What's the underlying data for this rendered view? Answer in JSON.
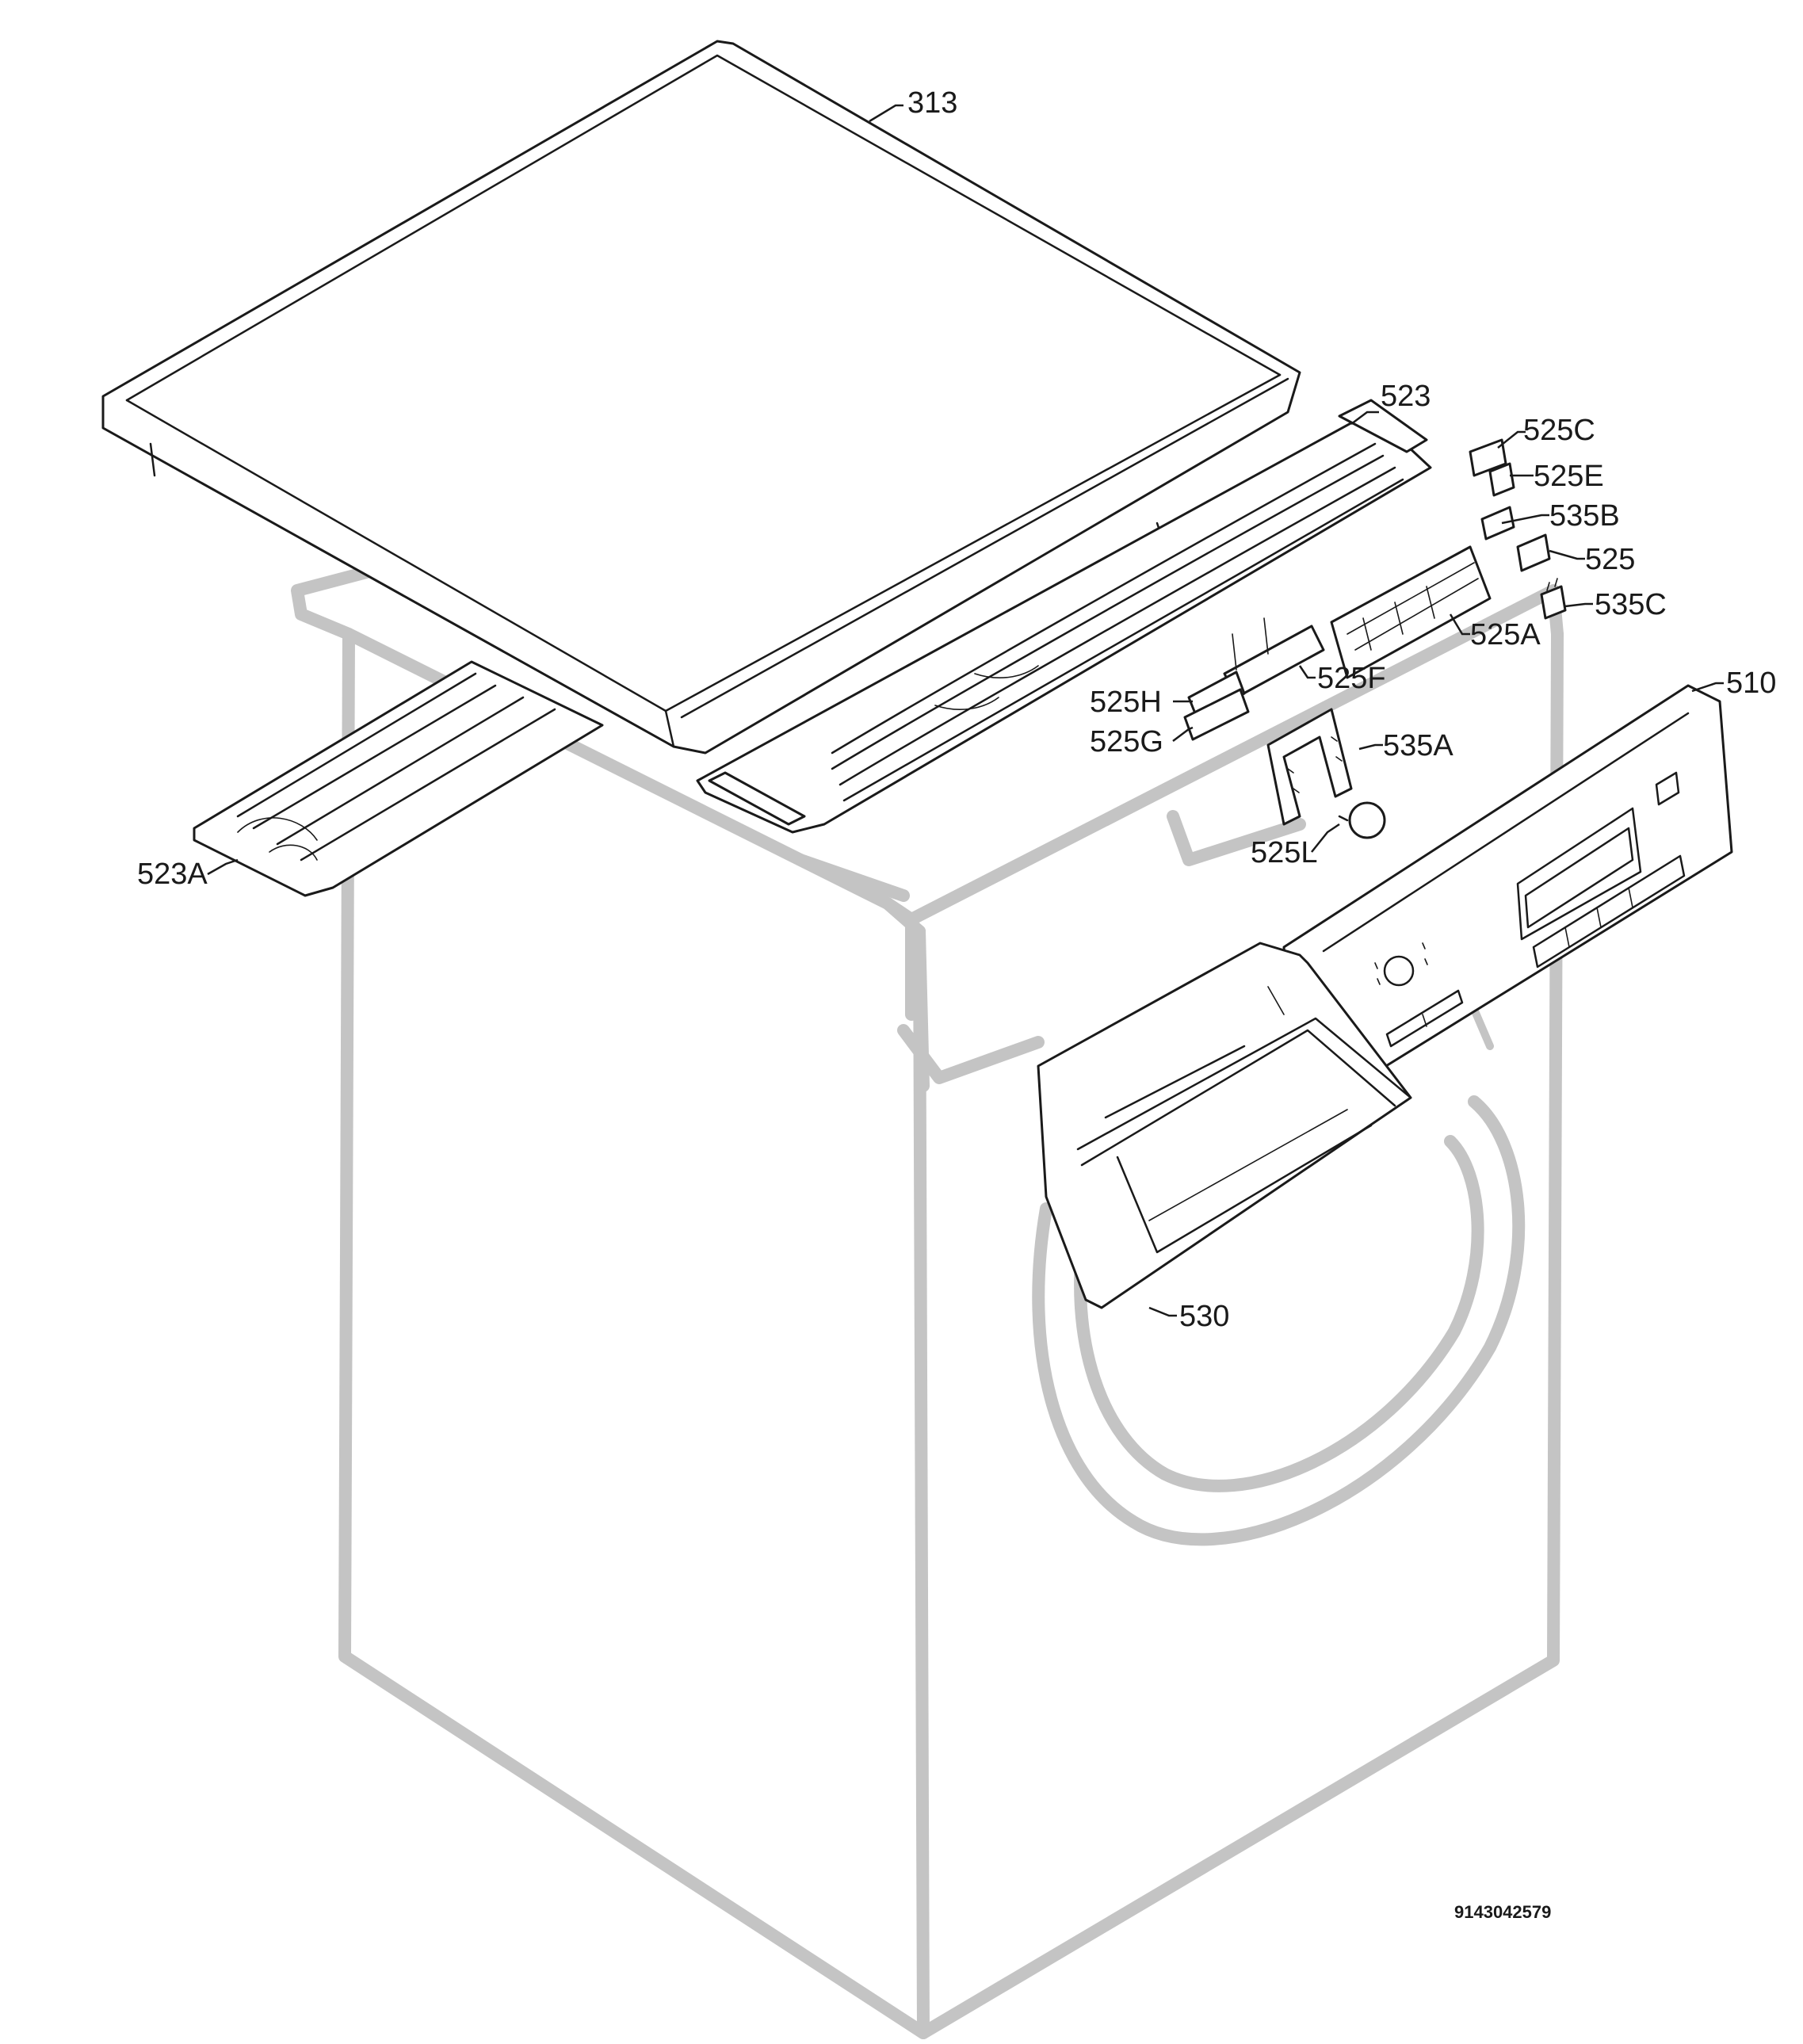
{
  "diagram_code": "9143042579",
  "callouts": {
    "c313": "313",
    "c523": "523",
    "c525C": "525C",
    "c525E": "525E",
    "c535B": "535B",
    "c525": "525",
    "c535C": "535C",
    "c525A": "525A",
    "c525F": "525F",
    "c525H": "525H",
    "c525G": "525G",
    "c535A": "535A",
    "c510": "510",
    "c525L": "525L",
    "c523A": "523A",
    "c530": "530"
  }
}
